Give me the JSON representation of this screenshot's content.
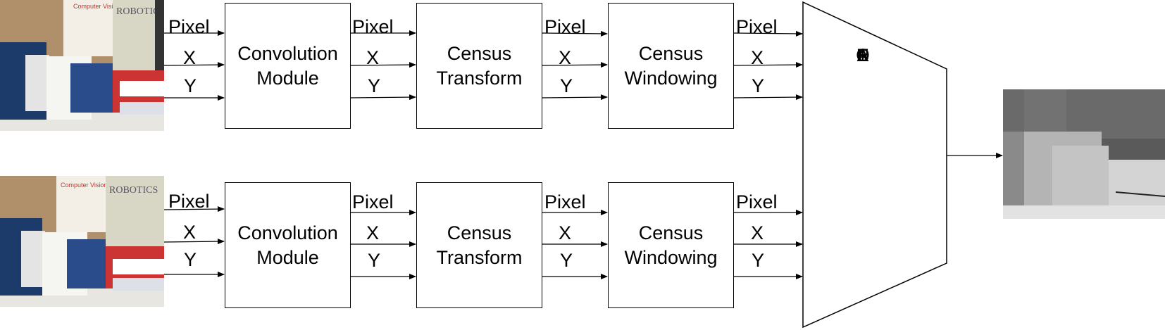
{
  "left_images": {
    "top": {
      "description": "stereo-left",
      "book_titles": [
        "Computer Vision and Pattern Recognition",
        "ROBOTICS"
      ]
    },
    "bottom": {
      "description": "stereo-right",
      "book_titles": [
        "Computer Vision and Pattern Recognition",
        "ROBOTICS"
      ]
    }
  },
  "signals": {
    "pixel": "Pixel",
    "x": "X",
    "y": "Y"
  },
  "top_row": {
    "convolution": {
      "line1": "Convolution",
      "line2": "Module"
    },
    "census_transform": {
      "line1": "Census",
      "line2": "Transform"
    },
    "census_windowing": {
      "line1": "Census",
      "line2": "Windowing"
    }
  },
  "bottom_row": {
    "convolution": {
      "line1": "Convolution",
      "line2": "Module"
    },
    "census_transform": {
      "line1": "Census",
      "line2": "Transform"
    },
    "census_windowing": {
      "line1": "Census",
      "line2": "Windowing"
    }
  },
  "correlate": {
    "letters": [
      "C",
      "O",
      "R",
      "R",
      "E",
      "L",
      "A",
      "T",
      "E"
    ]
  },
  "output_image": {
    "description": "disparity-map"
  },
  "colors": {
    "line": "#000000",
    "box_fill": "#ffffff",
    "disparity_bg": "#5a5a5a",
    "wall": "#b0906a"
  }
}
